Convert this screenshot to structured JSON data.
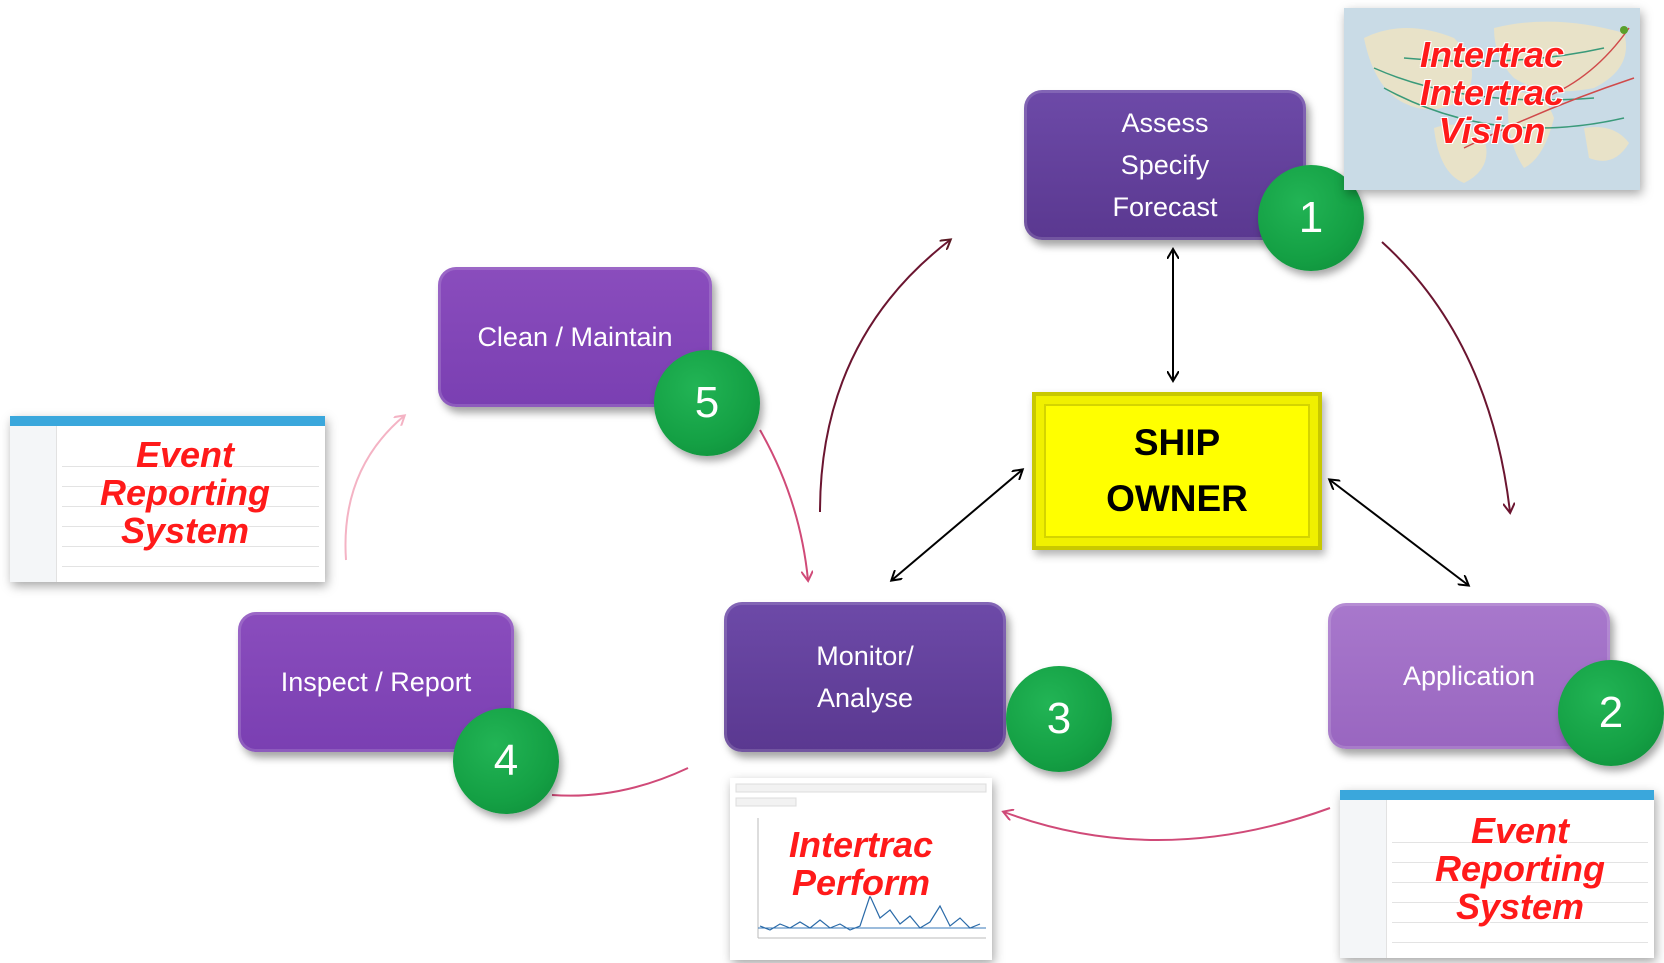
{
  "boxes": {
    "assess": {
      "lines": [
        "Assess",
        "Specify",
        "Forecast"
      ]
    },
    "clean": {
      "label": "Clean / Maintain"
    },
    "inspect": {
      "label": "Inspect / Report"
    },
    "monitor": {
      "lines": [
        "Monitor/",
        "Analyse"
      ]
    },
    "application": {
      "label": "Application"
    }
  },
  "numbers": {
    "n1": "1",
    "n2": "2",
    "n3": "3",
    "n4": "4",
    "n5": "5"
  },
  "owner": {
    "lines": [
      "SHIP",
      "OWNER"
    ]
  },
  "thumbnails": {
    "map": {
      "lines": [
        "Intertrac",
        "Intertrac",
        "Vision"
      ]
    },
    "event_left": {
      "lines": [
        "Event",
        "Reporting",
        "System"
      ]
    },
    "event_right": {
      "lines": [
        "Event",
        "Reporting",
        "System"
      ]
    },
    "perform": {
      "lines": [
        "Intertrac",
        "Perform"
      ]
    }
  },
  "colors": {
    "box_dark": "#5e3c98",
    "box_mid": "#7e42b5",
    "box_light": "#9c6bc4",
    "number_green": "#14a044",
    "owner_yellow": "#ffff00",
    "overlay_red": "#ff1a1a",
    "arrow_dark": "#6b1530",
    "arrow_pink": "#d04a78"
  }
}
